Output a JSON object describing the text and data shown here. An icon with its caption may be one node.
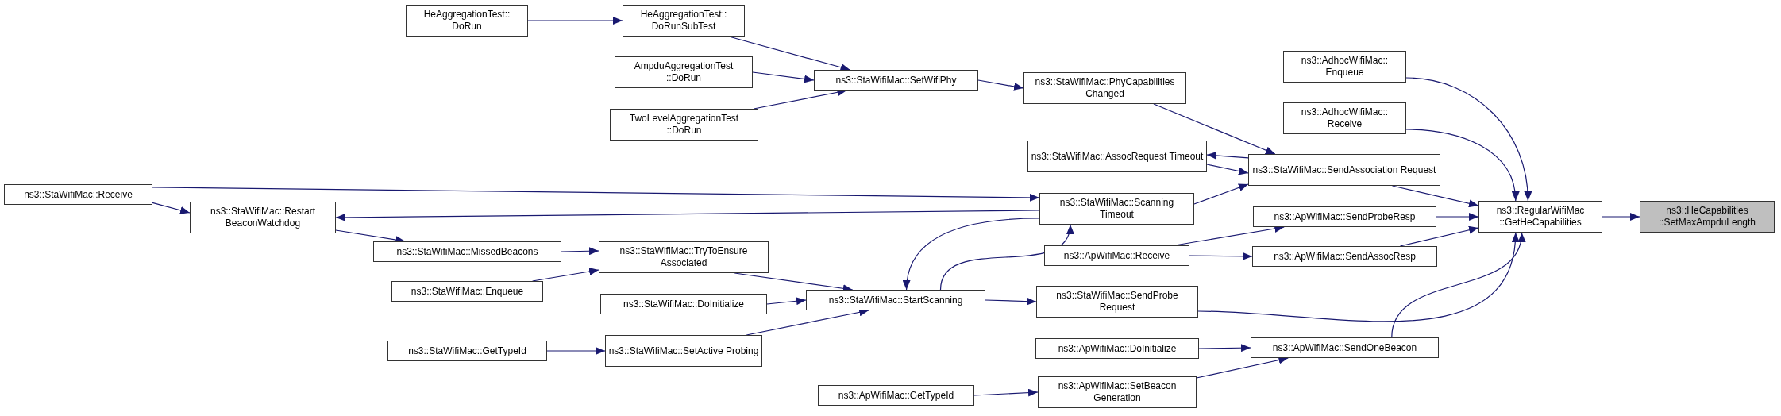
{
  "diagram": {
    "nodes": [
      {
        "text": [
          "HeAggregationTest:: DoRun"
        ]
      },
      {
        "text": [
          "HeAggregationTest:: DoRunSubTest"
        ]
      },
      {
        "text": [
          "AmpduAggregationTest ::DoRun"
        ]
      },
      {
        "text": [
          "TwoLevelAggregationTest ::DoRun"
        ]
      },
      {
        "text": [
          "ns3::StaWifiMac::SetWifiPhy"
        ]
      },
      {
        "text": [
          "ns3::StaWifiMac::PhyCapabilities Changed"
        ]
      },
      {
        "text": [
          "ns3::AdhocWifiMac:: Enqueue"
        ]
      },
      {
        "text": [
          "ns3::AdhocWifiMac:: Receive"
        ]
      },
      {
        "text": [
          "ns3::StaWifiMac::AssocRequest Timeout"
        ]
      },
      {
        "text": [
          "ns3::StaWifiMac::SendAssociation Request"
        ]
      },
      {
        "text": [
          "ns3::StaWifiMac::Receive"
        ]
      },
      {
        "text": [
          "ns3::StaWifiMac::Restart BeaconWatchdog"
        ]
      },
      {
        "text": [
          "ns3::StaWifiMac::Scanning Timeout"
        ]
      },
      {
        "text": [
          "ns3::ApWifiMac::SendProbeResp"
        ]
      },
      {
        "text": [
          "ns3::RegularWifiMac ::GetHeCapabilities"
        ]
      },
      {
        "text": [
          "ns3::HeCapabilities ::SetMaxAmpduLength"
        ]
      },
      {
        "text": [
          "ns3::StaWifiMac::MissedBeacons"
        ]
      },
      {
        "text": [
          "ns3::StaWifiMac::TryToEnsure Associated"
        ]
      },
      {
        "text": [
          "ns3::ApWifiMac::Receive"
        ]
      },
      {
        "text": [
          "ns3::ApWifiMac::SendAssocResp"
        ]
      },
      {
        "text": [
          "ns3::StaWifiMac::Enqueue"
        ]
      },
      {
        "text": [
          "ns3::StaWifiMac::DoInitialize"
        ]
      },
      {
        "text": [
          "ns3::StaWifiMac::StartScanning"
        ]
      },
      {
        "text": [
          "ns3::StaWifiMac::SendProbe Request"
        ]
      },
      {
        "text": [
          "ns3::StaWifiMac::GetTypeId"
        ]
      },
      {
        "text": [
          "ns3::StaWifiMac::SetActive Probing"
        ]
      },
      {
        "text": [
          "ns3::ApWifiMac::DoInitialize"
        ]
      },
      {
        "text": [
          "ns3::ApWifiMac::SendOneBeacon"
        ]
      },
      {
        "text": [
          "ns3::ApWifiMac::GetTypeId"
        ]
      },
      {
        "text": [
          "ns3::ApWifiMac::SetBeacon Generation"
        ]
      }
    ],
    "edges": [
      {
        "from": 0,
        "to": 1,
        "arrow": "to"
      },
      {
        "from": 1,
        "to": 4,
        "arrow": "to"
      },
      {
        "from": 2,
        "to": 4,
        "arrow": "to"
      },
      {
        "from": 3,
        "to": 4,
        "arrow": "to"
      },
      {
        "from": 4,
        "to": 5,
        "arrow": "to"
      },
      {
        "from": 5,
        "to": 9,
        "arrow": "to"
      },
      {
        "from": 9,
        "to": 8,
        "arrow": "to"
      },
      {
        "from": 8,
        "to": 9,
        "arrow": "to"
      },
      {
        "from": 12,
        "to": 9,
        "arrow": "to"
      },
      {
        "from": 10,
        "to": 12,
        "arrow": "to"
      },
      {
        "from": 10,
        "to": 11,
        "arrow": "to"
      },
      {
        "from": 12,
        "to": 11,
        "arrow": "to"
      },
      {
        "from": 11,
        "to": 16,
        "arrow": "to"
      },
      {
        "from": 16,
        "to": 17,
        "arrow": "to"
      },
      {
        "from": 20,
        "to": 17,
        "arrow": "to"
      },
      {
        "from": 17,
        "to": 22,
        "arrow": "to"
      },
      {
        "from": 21,
        "to": 22,
        "arrow": "to"
      },
      {
        "from": 25,
        "to": 22,
        "arrow": "to"
      },
      {
        "from": 24,
        "to": 25,
        "arrow": "to"
      },
      {
        "from": 12,
        "to": 22,
        "arrow": "to"
      },
      {
        "from": 22,
        "to": 12,
        "arrow": "to"
      },
      {
        "from": 22,
        "to": 23,
        "arrow": "to"
      },
      {
        "from": 18,
        "to": 13,
        "arrow": "to"
      },
      {
        "from": 18,
        "to": 19,
        "arrow": "to"
      },
      {
        "from": 6,
        "to": 14,
        "arrow": "to"
      },
      {
        "from": 7,
        "to": 14,
        "arrow": "to"
      },
      {
        "from": 9,
        "to": 14,
        "arrow": "to"
      },
      {
        "from": 13,
        "to": 14,
        "arrow": "to"
      },
      {
        "from": 19,
        "to": 14,
        "arrow": "to"
      },
      {
        "from": 23,
        "to": 14,
        "arrow": "to"
      },
      {
        "from": 27,
        "to": 14,
        "arrow": "to"
      },
      {
        "from": 26,
        "to": 27,
        "arrow": "to"
      },
      {
        "from": 29,
        "to": 27,
        "arrow": "to"
      },
      {
        "from": 28,
        "to": 29,
        "arrow": "to"
      },
      {
        "from": 14,
        "to": 15,
        "arrow": "to"
      }
    ]
  }
}
